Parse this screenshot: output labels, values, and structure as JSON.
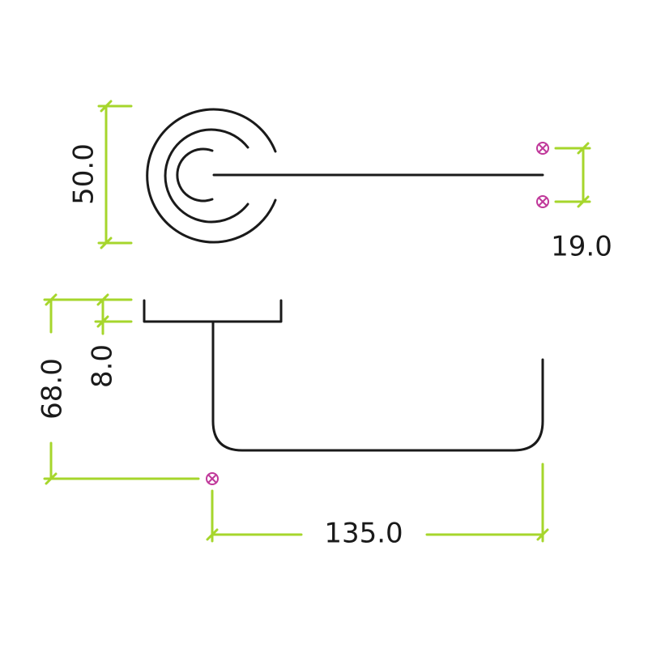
{
  "dimensions": {
    "rose_diameter": "50.0",
    "fixing_spacing": "19.0",
    "projection": "68.0",
    "rose_thickness": "8.0",
    "lever_length": "135.0"
  },
  "colors": {
    "outline": "#1a1a1a",
    "dimension_lines": "#a6d62c",
    "fixing_markers": "#c0389a"
  },
  "icons": {
    "fixing_marker": "circled-x-icon"
  }
}
